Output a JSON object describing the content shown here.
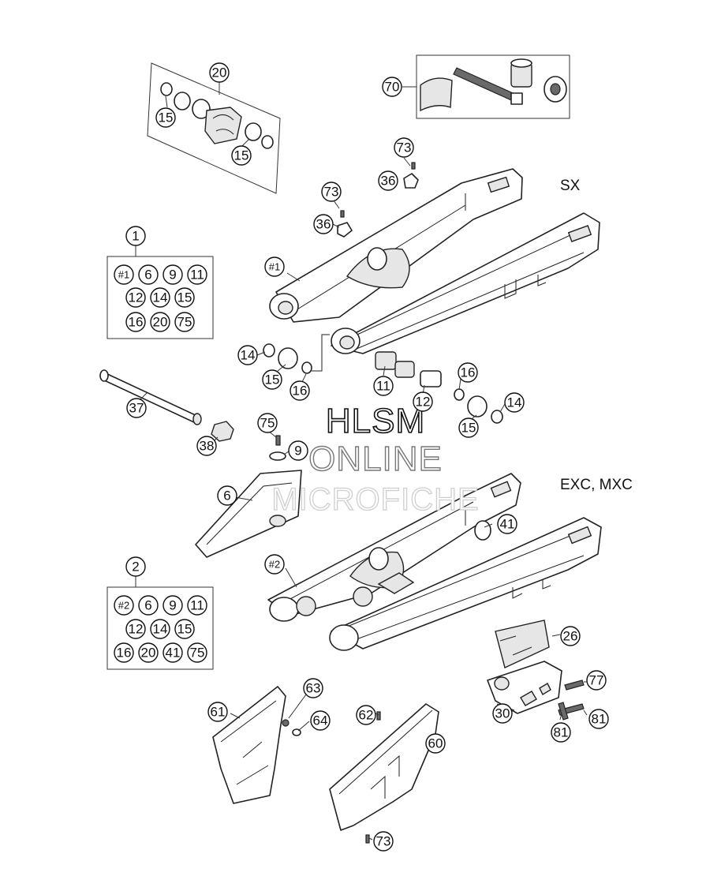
{
  "variants": {
    "sx": "SX",
    "exc_mxc": "EXC, MXC"
  },
  "watermark": {
    "line1": "HLSM",
    "line2": "ONLINE",
    "line3": "MICROFICHE"
  },
  "kit_1": {
    "number": "1",
    "row1": [
      "#1",
      "6",
      "9",
      "11"
    ],
    "row2": [
      "12",
      "14",
      "15"
    ],
    "row3": [
      "16",
      "20",
      "75"
    ]
  },
  "kit_2": {
    "number": "2",
    "row1": [
      "#2",
      "6",
      "9",
      "11"
    ],
    "row2": [
      "12",
      "14",
      "15"
    ],
    "row3": [
      "16",
      "20",
      "41",
      "75"
    ]
  },
  "callouts": {
    "c20": "20",
    "c15a": "15",
    "c15b": "15",
    "c70": "70",
    "c73a": "73",
    "c36a": "36",
    "c73b": "73",
    "c36b": "36",
    "c_h1": "#1",
    "c14a": "14",
    "c15c": "15",
    "c16a": "16",
    "c11": "11",
    "c12": "12",
    "c16b": "16",
    "c14b": "14",
    "c15d": "15",
    "c37": "37",
    "c38": "38",
    "c75": "75",
    "c9": "9",
    "c6": "6",
    "c41": "41",
    "c_h2": "#2",
    "c26": "26",
    "c77": "77",
    "c30": "30",
    "c81a": "81",
    "c81b": "81",
    "c61": "61",
    "c63": "63",
    "c64": "64",
    "c62": "62",
    "c60": "60",
    "c73c": "73"
  }
}
